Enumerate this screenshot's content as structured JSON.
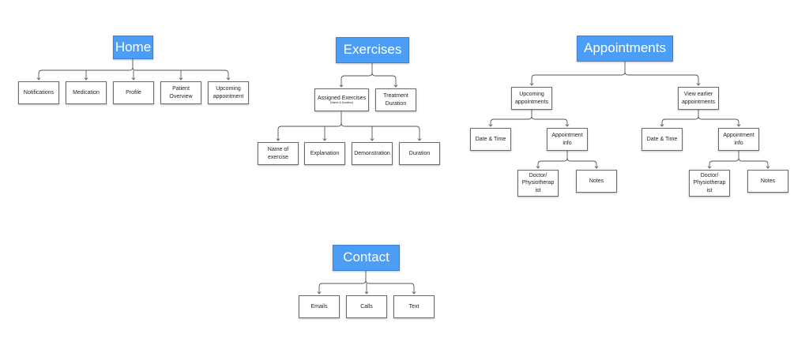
{
  "home": {
    "title": "Home",
    "children": [
      "Notifications",
      "Medication",
      "Profile",
      "Patient\nOverview",
      "Upcoming\nappointment"
    ]
  },
  "exercises": {
    "title": "Exercises",
    "assigned": {
      "label": "Assigned Exercises",
      "sub": "(Name & Duration)"
    },
    "treatment_duration": "Treatment\nDuration",
    "assigned_children": [
      "Name of\nexercise",
      "Explanation",
      "Demonstration",
      "Duration"
    ]
  },
  "appointments": {
    "title": "Appointments",
    "upcoming": "Upcoming\nappointments",
    "earlier": "View earlier\nappointments",
    "date_time": "Date & Time",
    "appointment_info": "Appointment\ninfo",
    "doctor": "Doctor/\nPhysiotherap\nist",
    "notes": "Notes"
  },
  "contact": {
    "title": "Contact",
    "children": [
      "Emails",
      "Calls",
      "Text"
    ]
  },
  "colors": {
    "header_fill": "#4c9df5",
    "connector": "#555555"
  }
}
